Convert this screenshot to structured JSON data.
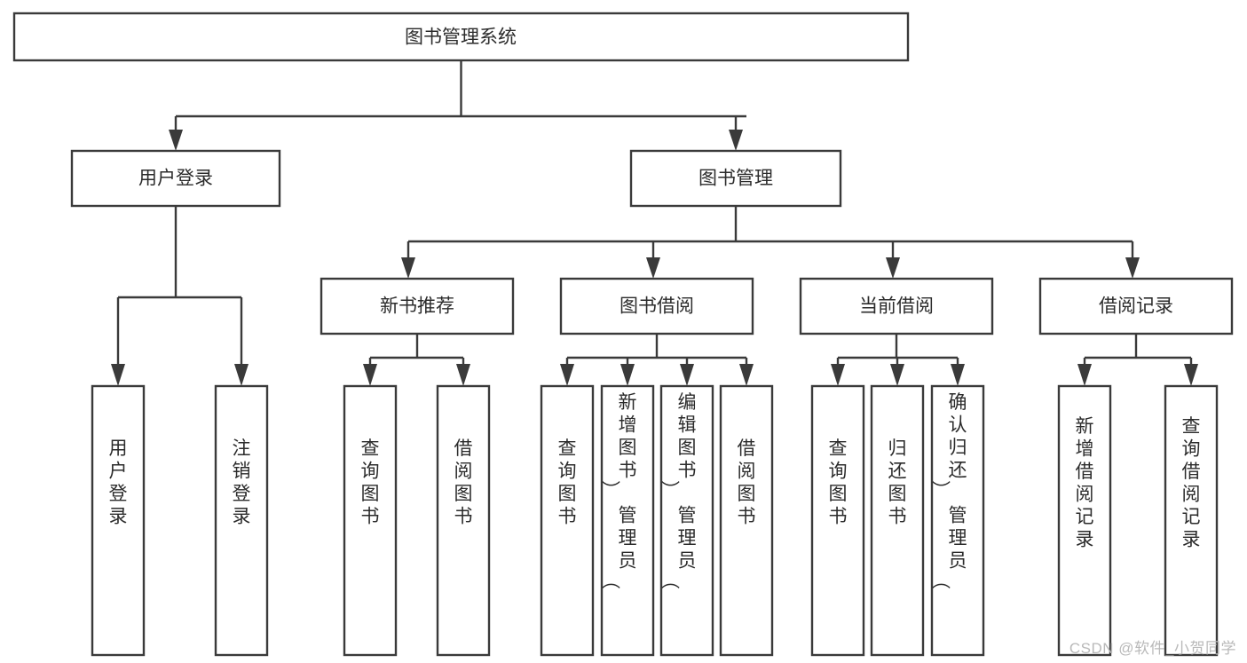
{
  "diagram": {
    "type": "tree-hierarchy",
    "title": "图书管理系统",
    "watermark": "CSDN @软件_小贺同学",
    "colors": {
      "background": "#ffffff",
      "stroke": "#3a3a3a",
      "text": "#2b2b2b",
      "watermark": "#b9b9b9"
    },
    "levels": [
      {
        "level": 1,
        "nodes": [
          {
            "id": "root",
            "label": "图书管理系统",
            "orientation": "horizontal"
          }
        ]
      },
      {
        "level": 2,
        "nodes": [
          {
            "id": "user-login",
            "label": "用户登录",
            "orientation": "horizontal",
            "parent": "root"
          },
          {
            "id": "book-manage",
            "label": "图书管理",
            "orientation": "horizontal",
            "parent": "root"
          }
        ]
      },
      {
        "level": 3,
        "nodes": [
          {
            "id": "new-book-rec",
            "label": "新书推荐",
            "orientation": "horizontal",
            "parent": "book-manage"
          },
          {
            "id": "book-borrow",
            "label": "图书借阅",
            "orientation": "horizontal",
            "parent": "book-manage"
          },
          {
            "id": "current-borrow",
            "label": "当前借阅",
            "orientation": "horizontal",
            "parent": "book-manage"
          },
          {
            "id": "borrow-record",
            "label": "借阅记录",
            "orientation": "horizontal",
            "parent": "book-manage"
          }
        ]
      },
      {
        "level": 4,
        "nodes": [
          {
            "id": "leaf-user-login",
            "label": "用户登录",
            "orientation": "vertical",
            "parent": "user-login"
          },
          {
            "id": "leaf-logout-login",
            "label": "注销登录",
            "orientation": "vertical",
            "parent": "user-login"
          },
          {
            "id": "leaf-query-book-1",
            "label": "查询图书",
            "orientation": "vertical",
            "parent": "new-book-rec"
          },
          {
            "id": "leaf-borrow-book-1",
            "label": "借阅图书",
            "orientation": "vertical",
            "parent": "new-book-rec"
          },
          {
            "id": "leaf-query-book-2",
            "label": "查询图书",
            "orientation": "vertical",
            "parent": "book-borrow"
          },
          {
            "id": "leaf-add-book",
            "label": "新增图书（管理员）",
            "orientation": "vertical",
            "parent": "book-borrow"
          },
          {
            "id": "leaf-edit-book",
            "label": "编辑图书（管理员）",
            "orientation": "vertical",
            "parent": "book-borrow"
          },
          {
            "id": "leaf-borrow-book-2",
            "label": "借阅图书",
            "orientation": "vertical",
            "parent": "book-borrow"
          },
          {
            "id": "leaf-query-book-3",
            "label": "查询图书",
            "orientation": "vertical",
            "parent": "current-borrow"
          },
          {
            "id": "leaf-return-book",
            "label": "归还图书",
            "orientation": "vertical",
            "parent": "current-borrow"
          },
          {
            "id": "leaf-confirm-return",
            "label": "确认归还（管理员）",
            "orientation": "vertical",
            "parent": "current-borrow"
          },
          {
            "id": "leaf-add-record",
            "label": "新增借阅记录",
            "orientation": "vertical",
            "parent": "borrow-record"
          },
          {
            "id": "leaf-query-record",
            "label": "查询借阅记录",
            "orientation": "vertical",
            "parent": "borrow-record"
          }
        ]
      }
    ]
  }
}
